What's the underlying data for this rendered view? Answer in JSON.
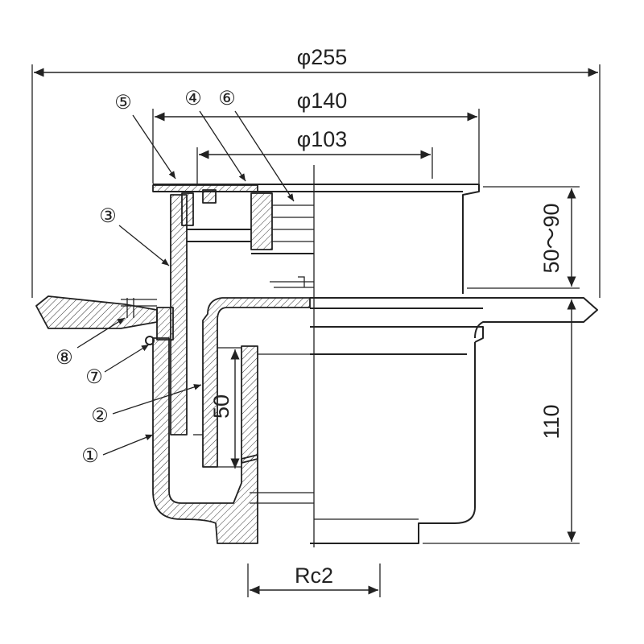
{
  "dimensions": {
    "overall_diameter": "φ255",
    "strainer_diameter": "φ140",
    "inner_diameter": "φ103",
    "adjustable_height": "50～90",
    "body_height": "110",
    "trap_depth": "50",
    "thread": "Rc2"
  },
  "callouts": [
    "①",
    "②",
    "③",
    "④",
    "⑤",
    "⑥",
    "⑦",
    "⑧"
  ]
}
